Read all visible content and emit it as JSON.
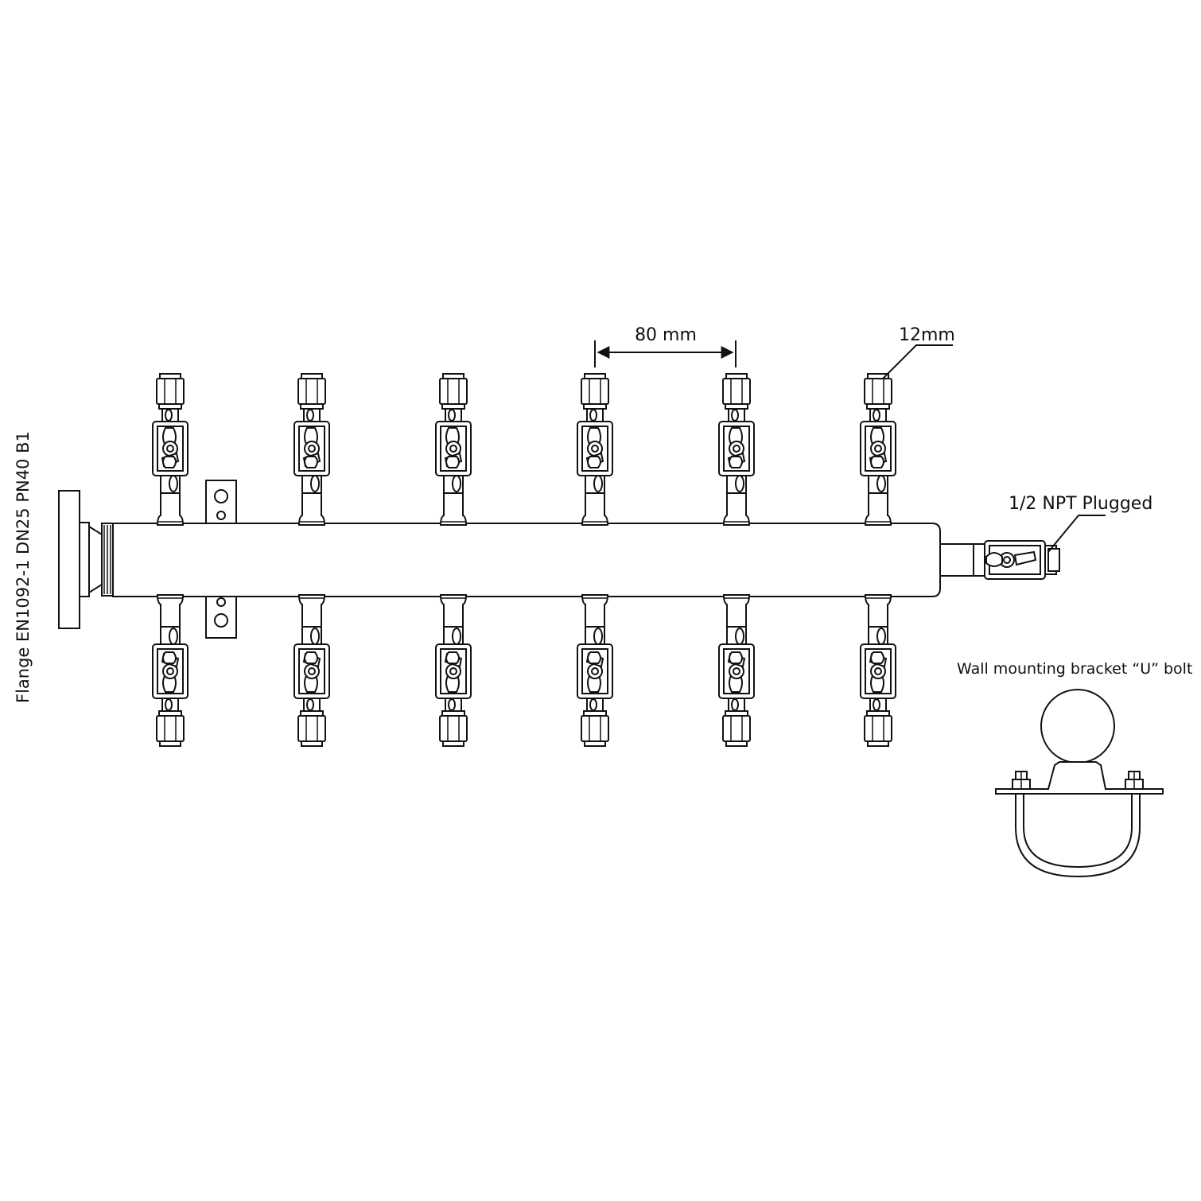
{
  "labels": {
    "spacing": "80 mm",
    "tube_size": "12mm",
    "plug": "1/2 NPT Plugged",
    "bracket": "Wall mounting bracket “U” bolt",
    "flange": "Flange EN1092-1 DN25 PN40 B1"
  },
  "valves": {
    "top_count": 6,
    "bottom_count": 6
  },
  "colors": {
    "line": "#111111",
    "background": "#ffffff"
  }
}
